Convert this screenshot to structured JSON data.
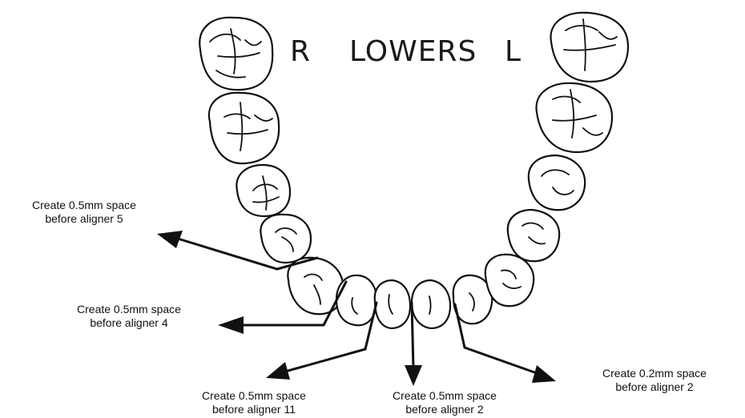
{
  "header": {
    "right_side": "R",
    "title": "LOWERS",
    "left_side": "L"
  },
  "annotations": [
    {
      "line1": "Create 0.5mm space",
      "line2": "before aligner 5"
    },
    {
      "line1": "Create 0.5mm space",
      "line2": "before aligner 4"
    },
    {
      "line1": "Create 0.5mm space",
      "line2": "before aligner 11"
    },
    {
      "line1": "Create 0.5mm space",
      "line2": "before aligner 2"
    },
    {
      "line1": "Create 0.2mm space",
      "line2": "before aligner 2"
    }
  ],
  "colors": {
    "ink": "#111111",
    "paper": "#ffffff"
  }
}
